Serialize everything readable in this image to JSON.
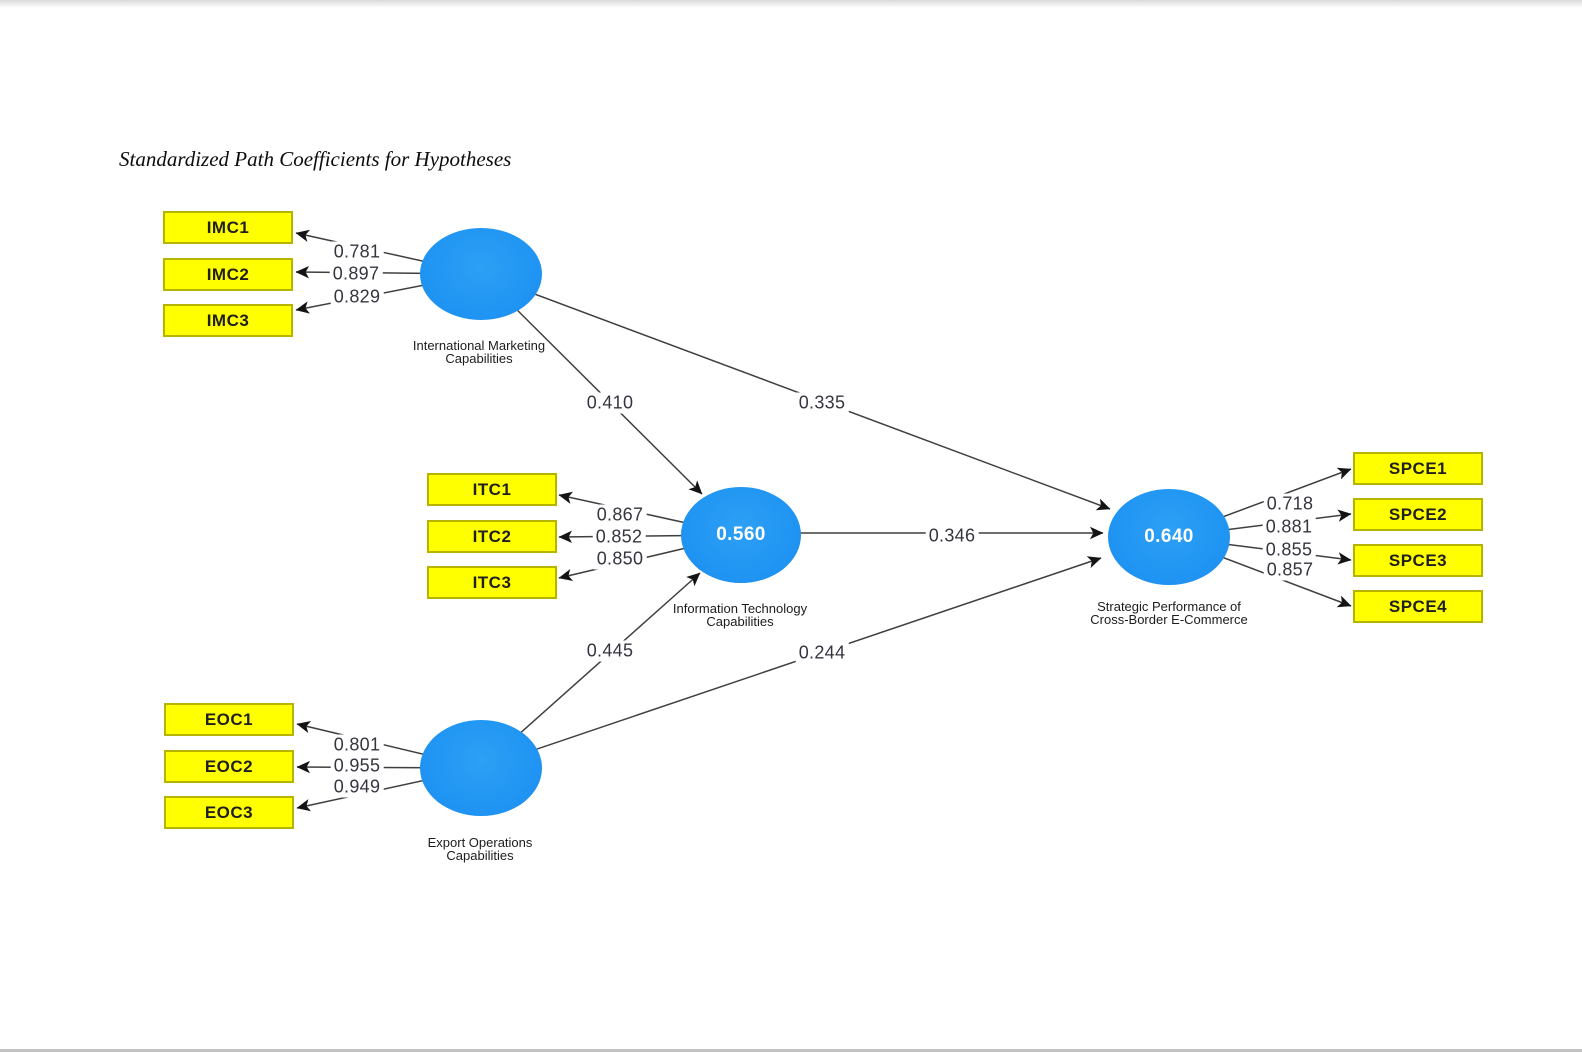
{
  "title": "Standardized Path Coefficients for Hypotheses",
  "colors": {
    "construct_fill": "#2196f3",
    "construct_value_text": "#ffffff",
    "indicator_fill": "#ffff00",
    "indicator_border": "#b5b500",
    "arrow_line": "#3f3f3f",
    "coefficient_text": "#35353f"
  },
  "constructs": {
    "imc": {
      "name": "International Marketing Capabilities",
      "label_line1": "International Marketing",
      "label_line2": "Capabilities"
    },
    "itc": {
      "name": "Information Technology Capabilities",
      "label_line1": "Information Technology",
      "label_line2": "Capabilities",
      "value": "0.560"
    },
    "eoc": {
      "name": "Export Operations Capabilities",
      "label_line1": "Export Operations",
      "label_line2": "Capabilities"
    },
    "spce": {
      "name": "Strategic Performance of Cross-Border E-Commerce",
      "label_line1": "Strategic Performance of",
      "label_line2": "Cross-Border E-Commerce",
      "value": "0.640"
    }
  },
  "indicators": {
    "imc": [
      {
        "name": "IMC1",
        "loading": "0.781"
      },
      {
        "name": "IMC2",
        "loading": "0.897"
      },
      {
        "name": "IMC3",
        "loading": "0.829"
      }
    ],
    "itc": [
      {
        "name": "ITC1",
        "loading": "0.867"
      },
      {
        "name": "ITC2",
        "loading": "0.852"
      },
      {
        "name": "ITC3",
        "loading": "0.850"
      }
    ],
    "eoc": [
      {
        "name": "EOC1",
        "loading": "0.801"
      },
      {
        "name": "EOC2",
        "loading": "0.955"
      },
      {
        "name": "EOC3",
        "loading": "0.949"
      }
    ],
    "spce": [
      {
        "name": "SPCE1",
        "loading": "0.718"
      },
      {
        "name": "SPCE2",
        "loading": "0.881"
      },
      {
        "name": "SPCE3",
        "loading": "0.855"
      },
      {
        "name": "SPCE4",
        "loading": "0.857"
      }
    ]
  },
  "paths": [
    {
      "from": "International Marketing Capabilities",
      "to": "Information Technology Capabilities",
      "coefficient": "0.410"
    },
    {
      "from": "International Marketing Capabilities",
      "to": "Strategic Performance of Cross-Border E-Commerce",
      "coefficient": "0.335"
    },
    {
      "from": "Information Technology Capabilities",
      "to": "Strategic Performance of Cross-Border E-Commerce",
      "coefficient": "0.346"
    },
    {
      "from": "Export Operations Capabilities",
      "to": "Information Technology Capabilities",
      "coefficient": "0.445"
    },
    {
      "from": "Export Operations Capabilities",
      "to": "Strategic Performance of Cross-Border E-Commerce",
      "coefficient": "0.244"
    }
  ]
}
